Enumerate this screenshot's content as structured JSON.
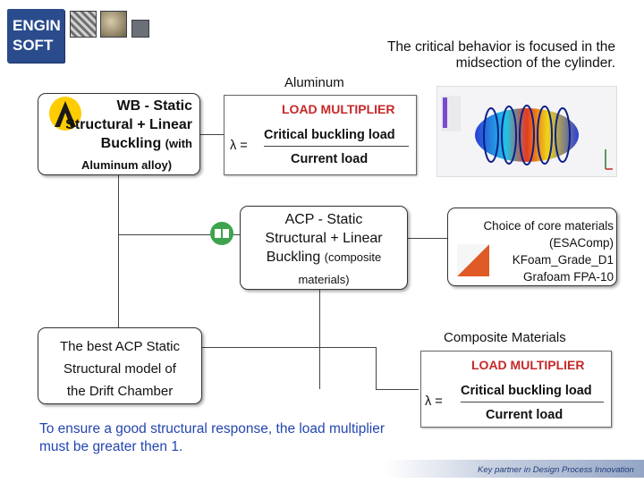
{
  "header": {
    "logo_line1": "ENGIN",
    "logo_line2": "SOFT"
  },
  "top_note": "The critical behavior is focused in the midsection of the cylinder.",
  "aluminum_label": "Aluminum",
  "composite_label": "Composite Materials",
  "wb_box": {
    "title_l1": "WB - Static",
    "title_l2": "Structural + Linear",
    "title_l3": "Buckling",
    "suffix": "(with",
    "subtitle": "Aluminum alloy)"
  },
  "acp_box": {
    "title_l1": "ACP - Static",
    "title_l2": "Structural + Linear",
    "title_l3": "Buckling",
    "suffix": "(composite",
    "subtitle": "materials)"
  },
  "load_multiplier_top": {
    "title": "LOAD MULTIPLIER",
    "lambda": "λ =",
    "numerator": "Critical buckling load",
    "denominator": "Current load"
  },
  "load_multiplier_bottom": {
    "title": "LOAD MULTIPLIER",
    "lambda": "λ =",
    "numerator": "Critical buckling load",
    "denominator": "Current load"
  },
  "core_materials": {
    "line1": "Choice of core materials",
    "line2": "(ESAComp)",
    "line3": "KFoam_Grade_D1",
    "line4": "Grafoam FPA-10"
  },
  "best_acp_box": {
    "line1": "The best ACP Static",
    "line2": "Structural model of",
    "line3": "the Drift Chamber"
  },
  "bottom_note": "To ensure a good structural response, the load multiplier must be greater then 1.",
  "footer": "Key partner in Design Process Innovation",
  "colors": {
    "brand_blue": "#2a4c8c",
    "accent_red": "#c62828"
  }
}
